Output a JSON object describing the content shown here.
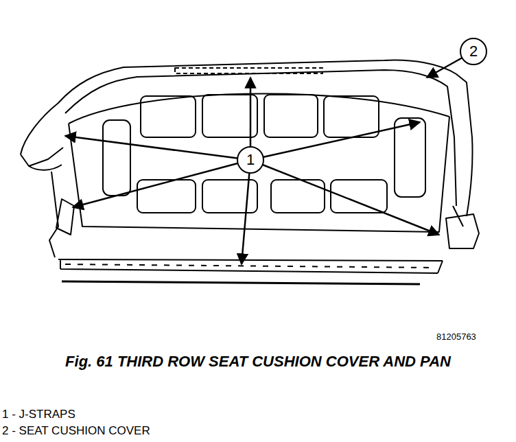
{
  "diagram": {
    "caption": "Fig. 61 THIRD ROW SEAT CUSHION COVER AND PAN",
    "nodes": [
      {
        "text": [
          "2"
        ]
      },
      {
        "text": [
          "1"
        ]
      }
    ],
    "labels": [
      "81205763",
      "1 - J-STRAPS",
      "2 - SEAT CUSHION COVER"
    ]
  }
}
